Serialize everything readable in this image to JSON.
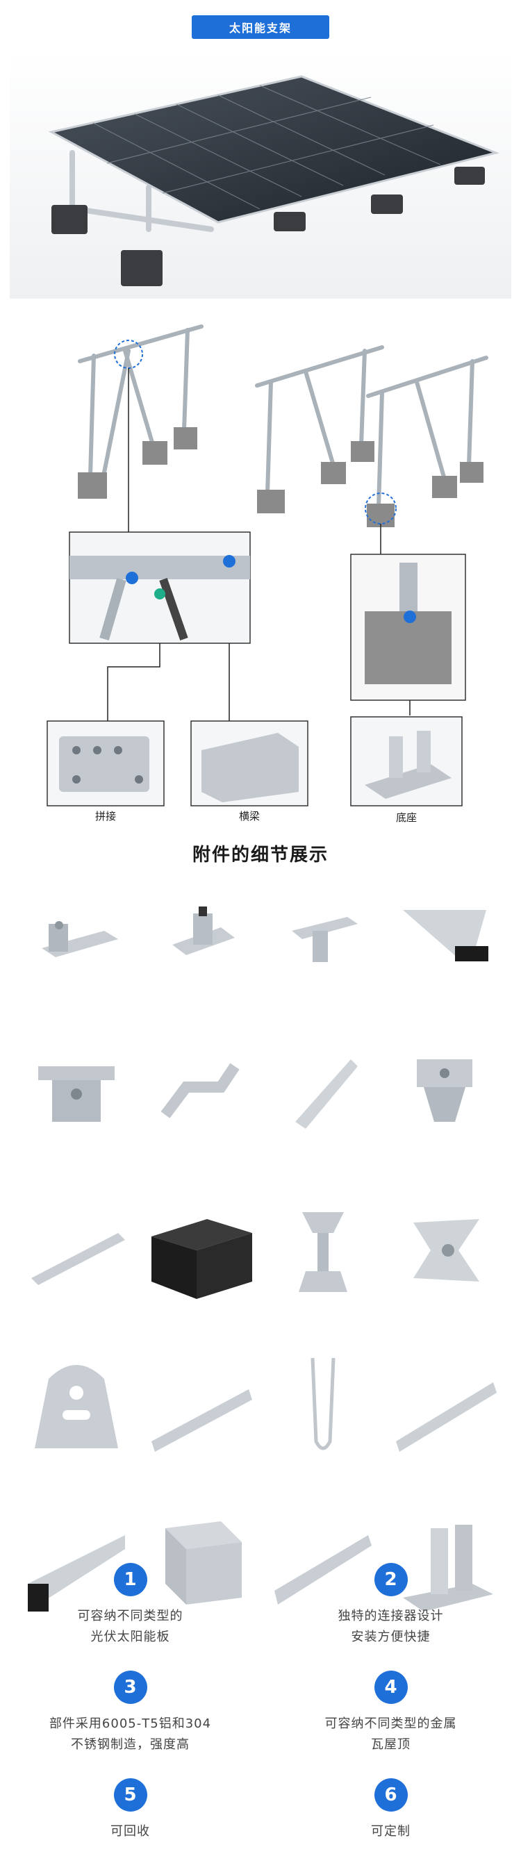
{
  "header": {
    "badge_label": "太阳能支架"
  },
  "diagram": {
    "parts": [
      {
        "label": "拼接"
      },
      {
        "label": "横梁"
      },
      {
        "label": "底座"
      }
    ]
  },
  "accessories": {
    "title": "附件的细节展示"
  },
  "features": [
    {
      "number": "1",
      "lines": [
        "可容纳不同类型的",
        "光伏太阳能板"
      ]
    },
    {
      "number": "2",
      "lines": [
        "独特的连接器设计",
        "安装方便快捷"
      ]
    },
    {
      "number": "3",
      "lines": [
        "部件采用6005-T5铝和304",
        "不锈钢制造，强度高"
      ]
    },
    {
      "number": "4",
      "lines": [
        "可容纳不同类型的金属",
        "瓦屋顶"
      ]
    },
    {
      "number": "5",
      "lines": [
        "可回收"
      ]
    },
    {
      "number": "6",
      "lines": [
        "可定制"
      ]
    }
  ],
  "colors": {
    "accent": "#1f6fd8",
    "metal": "#b9c0c7",
    "panel": "#2a2f36",
    "concrete": "#8c8c8c"
  }
}
